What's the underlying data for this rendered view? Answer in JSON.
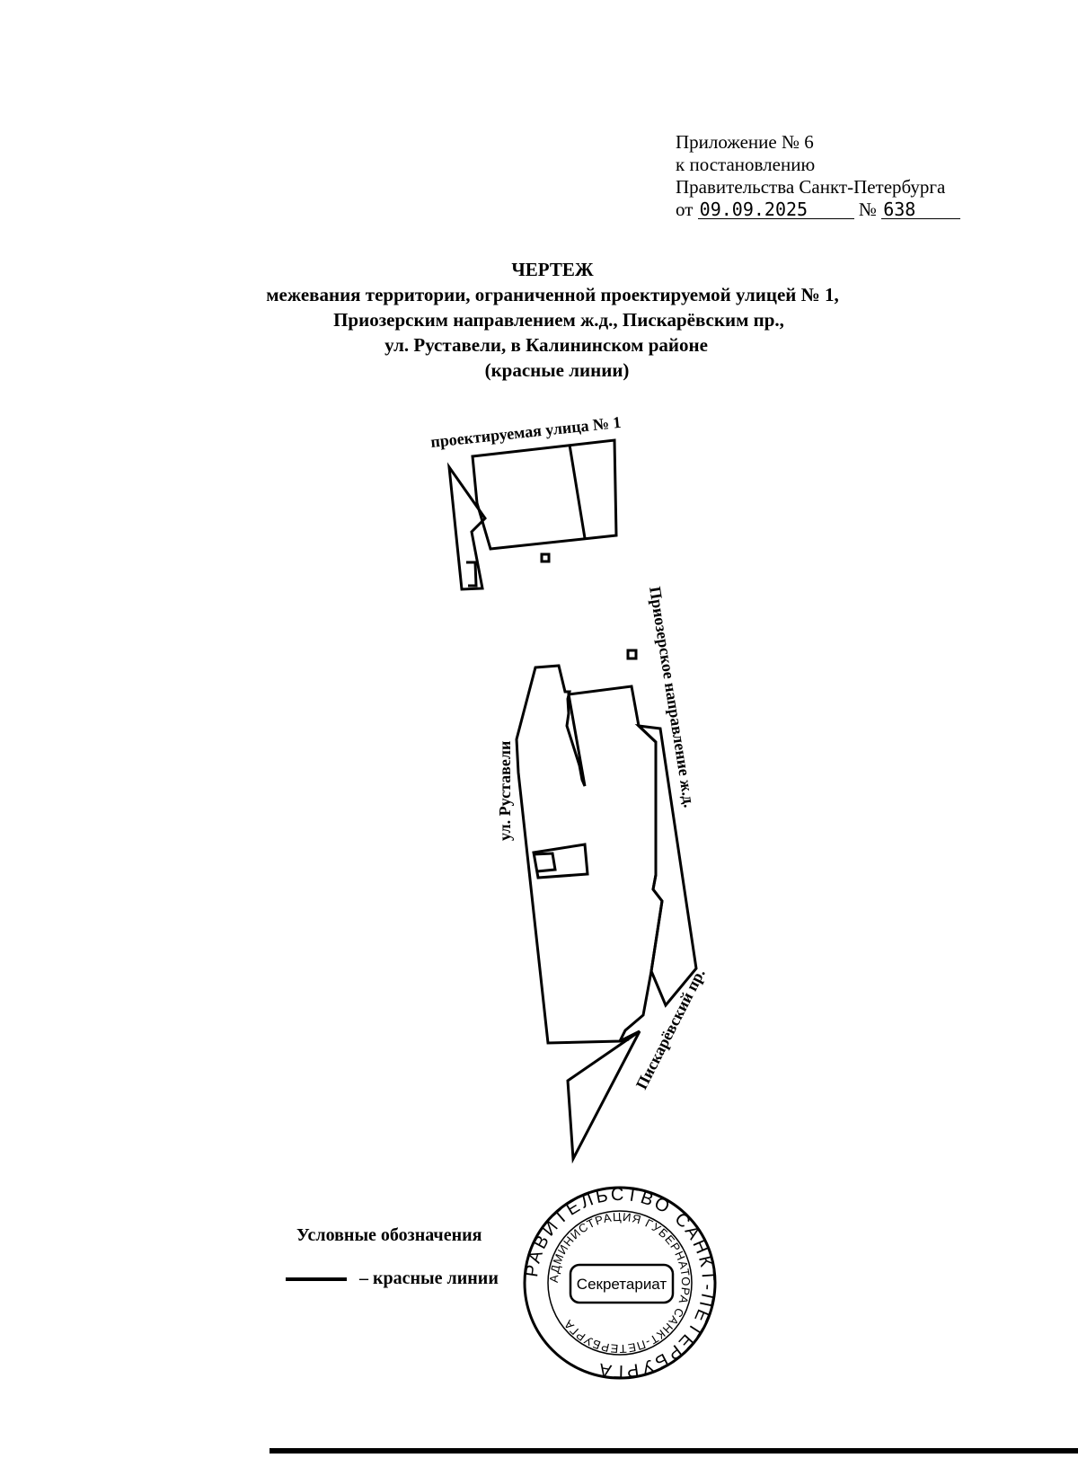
{
  "annex": {
    "line1": "Приложение № 6",
    "line2": "к постановлению",
    "line3": "Правительства Санкт-Петербурга",
    "from_label": "от",
    "date": "09.09.2025",
    "number_label": "№",
    "number": "638"
  },
  "heading": {
    "title": "ЧЕРТЕЖ",
    "line1": "межевания территории, ограниченной проектируемой улицей № 1,",
    "line2": "Приозерским направлением ж.д., Пискарёвским пр.,",
    "line3": "ул. Руставели, в Калининском районе",
    "line4": "(красные линии)"
  },
  "streets": {
    "north": "проектируемая улица № 1",
    "west": "ул. Руставели",
    "rail": "Приозерское направление ж.д.",
    "prospect": "Пискарёвский пр."
  },
  "legend": {
    "title": "Условные обозначения",
    "item": "– красные линии"
  },
  "seal": {
    "outer_top": "ПРАВИТЕЛЬСТВО САНКТ-ПЕТЕРБУРГА",
    "inner_ring": "АДМИНИСТРАЦИЯ ГУБЕРНАТОРА САНКТ-ПЕТЕРБУРГА",
    "center": "Секретариат"
  },
  "colors": {
    "ink": "#000000",
    "paper": "#ffffff"
  }
}
